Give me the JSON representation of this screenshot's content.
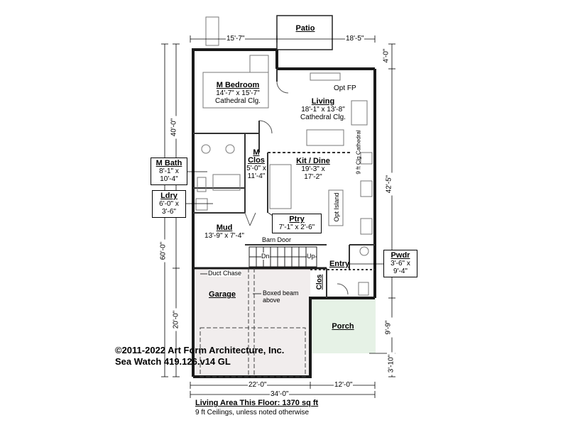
{
  "rooms": {
    "patio": {
      "name": "Patio"
    },
    "m_bedroom": {
      "name": "M Bedroom",
      "size": "14'-7\" x 15'-7\"",
      "note": "Cathedral Clg."
    },
    "living": {
      "name": "Living",
      "size": "18'-1\" x 13'-8\"",
      "note": "Cathedral Clg."
    },
    "opt_fp": "Opt FP",
    "m_clos": {
      "name_line1": "M",
      "name_line2": "Clos",
      "size_line1": "5'-0\" x",
      "size_line2": "11'-4\""
    },
    "kit_dine": {
      "name": "Kit / Dine",
      "size_line1": "19'-3\" x",
      "size_line2": "17'-2\""
    },
    "opt_island": "Opt Island",
    "ceiling_note": "9 ft Clg Cathedral",
    "m_bath": {
      "name": "M Bath",
      "size_line1": "8'-1\" x",
      "size_line2": "10'-4\""
    },
    "ldry": {
      "name": "Ldry",
      "size_line1": "6'-0\" x",
      "size_line2": "3'-6\""
    },
    "ptry": {
      "name": "Ptry",
      "size": "7'-1\" x 2'-6\""
    },
    "mud": {
      "name": "Mud",
      "size": "13'-9\" x 7'-4\""
    },
    "barn_door": "Barn Door",
    "dn": "Dn",
    "up": "Up",
    "entry": {
      "name": "Entry"
    },
    "clos": {
      "name": "Clos"
    },
    "pwdr": {
      "name": "Pwdr",
      "size_line1": "3'-6\" x",
      "size_line2": "9'-4\""
    },
    "duct_chase": "Duct Chase",
    "garage": {
      "name": "Garage"
    },
    "boxed_beam": {
      "line1": "Boxed beam",
      "line2": "above"
    },
    "porch": {
      "name": "Porch"
    }
  },
  "dimensions": {
    "top_left": "15'-7\"",
    "top_right": "18'-5\"",
    "right_top": "4'-0\"",
    "right_main": "42'-5\"",
    "right_porch": "9'-9\"",
    "right_bottom": "3'-10\"",
    "left_upper": "40'-0\"",
    "left_overall": "60'-0\"",
    "left_lower": "20'-0\"",
    "bottom_left": "22'-0\"",
    "bottom_right": "12'-0\"",
    "bottom_overall": "34'-0\""
  },
  "copyright": {
    "line1": "©2011-2022 Art Form Architecture, Inc.",
    "line2": "Sea Watch 419.126.v14 GL"
  },
  "footer": {
    "living_area": "Living Area This Floor: 1370 sq ft",
    "ceilings": "9 ft Ceilings, unless noted otherwise"
  }
}
